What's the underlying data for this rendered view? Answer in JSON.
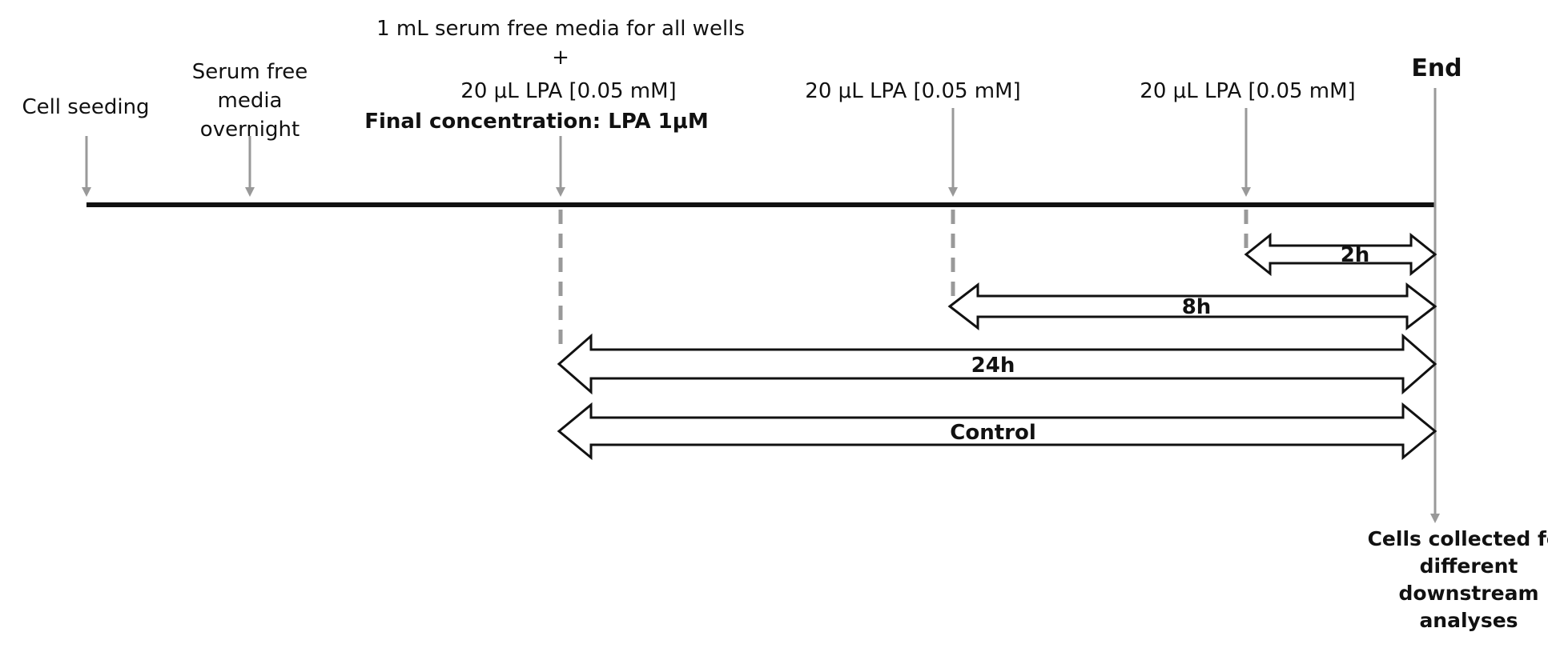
{
  "timeline": {
    "cell_seeding": "Cell seeding",
    "serum_free": [
      "Serum free",
      "media",
      "overnight"
    ],
    "treatment_1": {
      "line1": "1 mL serum free media for all wells",
      "line2": "+",
      "line3": "20 μL LPA [0.05 mM]",
      "line4": "Final concentration: LPA 1μM"
    },
    "treatment_2": "20 μL LPA [0.05 mM]",
    "treatment_3": "20 μL LPA [0.05 mM]",
    "end_label": "End",
    "collected": [
      "Cells collected for",
      "different",
      "downstream",
      "analyses"
    ]
  },
  "durations": [
    {
      "label": "2h"
    },
    {
      "label": "8h"
    },
    {
      "label": "24h"
    },
    {
      "label": "Control"
    }
  ],
  "colors": {
    "timeline": "#111111",
    "markers": "#999999",
    "arrow_stroke": "#111111",
    "arrow_fill": "#ffffff"
  }
}
